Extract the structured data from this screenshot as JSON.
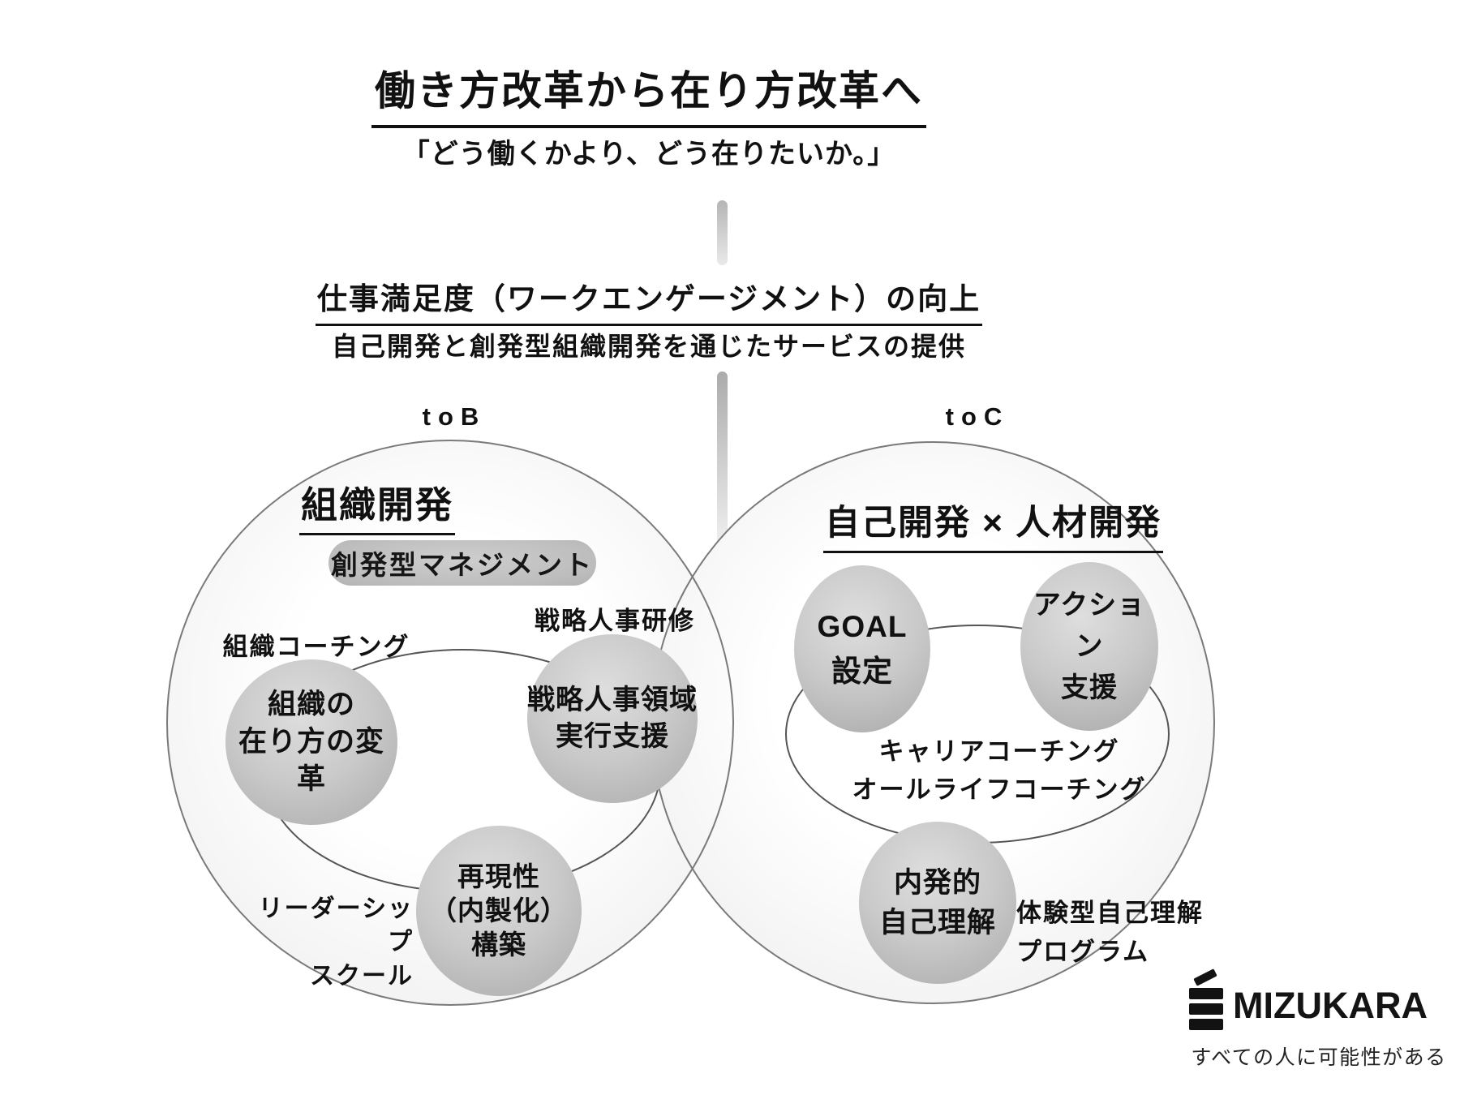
{
  "colors": {
    "background": "#ffffff",
    "text": "#111111",
    "circle_border": "#7a7a7a",
    "bubble_gray": "#bebebe",
    "pill_gray": "#bdbdbd",
    "connector_gray": "#555555",
    "vline_gray": "#b5b5b5",
    "logo_black": "#121212"
  },
  "header": {
    "title": "働き方改革から在り方改革へ",
    "subtitle": "「どう働くかより、どう在りたいか。」",
    "goal_heading": "仕事満足度（ワークエンゲージメント）の向上",
    "goal_subheading": "自己開発と創発型組織開発を通じたサービスの提供"
  },
  "tob": {
    "segment_label": "toB",
    "heading": "組織開発",
    "pill_label": "創発型マネジメント",
    "coaching_label": "組織コーチング",
    "training_label": "戦略人事研修",
    "leadership_label_lines": [
      "リーダーシップ",
      "スクール"
    ],
    "bubble_transform_lines": [
      "組織の",
      "在り方の変革"
    ],
    "bubble_hr_lines": [
      "戦略人事領域",
      "実行支援"
    ],
    "bubble_repro_lines": [
      "再現性",
      "（内製化）",
      "構築"
    ]
  },
  "toc": {
    "segment_label": "toC",
    "heading": "自己開発 × 人材開発",
    "bubble_goal_lines": [
      "GOAL",
      "設定"
    ],
    "bubble_action_lines": [
      "アクション",
      "支援"
    ],
    "bubble_insight_lines": [
      "内発的",
      "自己理解"
    ],
    "coaching_lines": [
      "キャリアコーチング",
      "オールライフコーチング"
    ],
    "program_lines": [
      "体験型自己理解",
      "プログラム"
    ]
  },
  "footer": {
    "brand": "MIZUKARA",
    "tagline": "すべての人に可能性がある"
  }
}
